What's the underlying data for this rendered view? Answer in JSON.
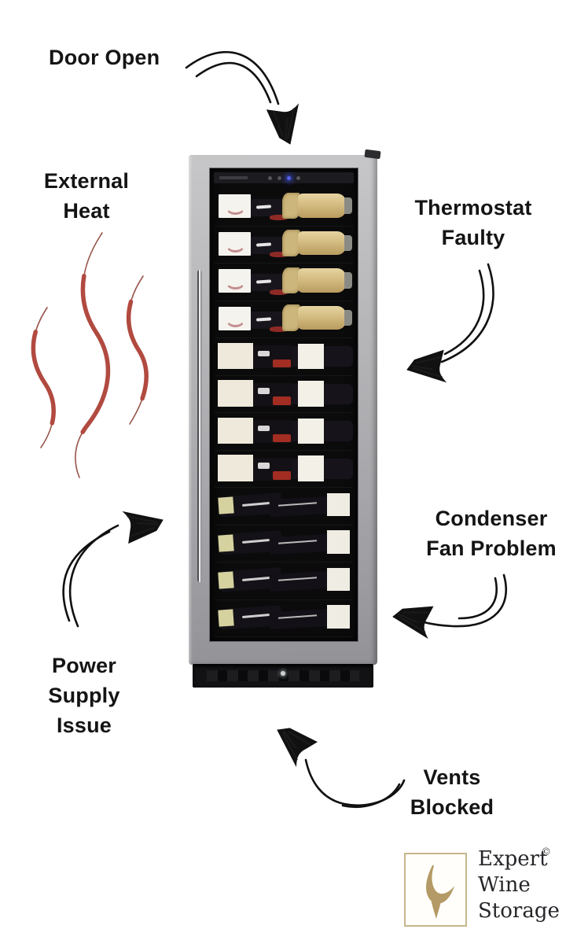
{
  "labels": {
    "door_open": "Door Open",
    "external_heat": [
      "External",
      "Heat"
    ],
    "thermostat": [
      "Thermostat",
      "Faulty"
    ],
    "condenser": [
      "Condenser",
      "Fan Problem"
    ],
    "power": [
      "Power",
      "Supply",
      "Issue"
    ],
    "vents": [
      "Vents",
      "Blocked"
    ]
  },
  "fridge": {
    "rows": [
      "champagne",
      "champagne",
      "champagne",
      "champagne",
      "red",
      "red",
      "red",
      "red",
      "dark",
      "dark",
      "dark",
      "dark"
    ]
  },
  "logo": {
    "lines": [
      "Expert",
      "Wine",
      "Storage"
    ],
    "copyright": "©"
  },
  "colors": {
    "text": "#141414",
    "arrow": "#111111",
    "heat_wave": "#b14a40",
    "logo_gold": "#b49a66",
    "logo_border": "#c6b68c",
    "frame_steel": "#b5b5b8"
  }
}
